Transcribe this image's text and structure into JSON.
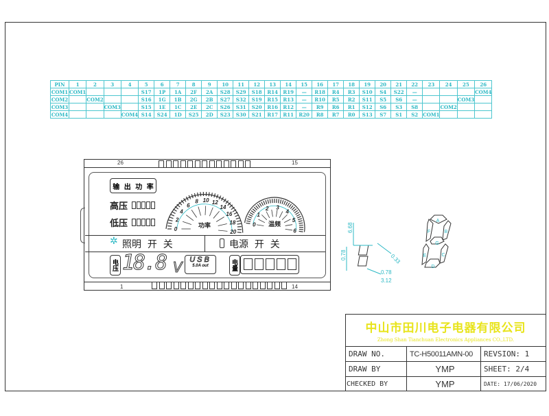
{
  "pin_table": {
    "header": [
      "PIN",
      "1",
      "2",
      "3",
      "4",
      "5",
      "6",
      "7",
      "8",
      "9",
      "10",
      "11",
      "12",
      "13",
      "14",
      "15",
      "16",
      "17",
      "18",
      "19",
      "20",
      "21",
      "22",
      "23",
      "24",
      "25",
      "26"
    ],
    "rows": [
      [
        "COM1",
        "COM1",
        "",
        "",
        "",
        "S17",
        "1P",
        "1A",
        "2F",
        "2A",
        "S28",
        "S29",
        "S18",
        "R14",
        "R19",
        "—",
        "R18",
        "R4",
        "R3",
        "S10",
        "S4",
        "S22",
        "—",
        "",
        "",
        "",
        "COM4"
      ],
      [
        "COM2",
        "",
        "COM2",
        "",
        "",
        "S16",
        "1G",
        "1B",
        "2G",
        "2B",
        "S27",
        "S32",
        "S19",
        "R15",
        "R13",
        "—",
        "R10",
        "R5",
        "R2",
        "S11",
        "S5",
        "S6",
        "—",
        "",
        "",
        "COM3",
        ""
      ],
      [
        "COM3",
        "",
        "",
        "COM3",
        "",
        "S15",
        "1E",
        "1C",
        "2E",
        "2C",
        "S26",
        "S31",
        "S20",
        "R16",
        "R12",
        "—",
        "R9",
        "R6",
        "R1",
        "S12",
        "S6",
        "S3",
        "S8",
        "",
        "COM2",
        "",
        ""
      ],
      [
        "COM4",
        "",
        "",
        "",
        "COM4",
        "S14",
        "S24",
        "1D",
        "S25",
        "2D",
        "S23",
        "S30",
        "S21",
        "R17",
        "R11",
        "R20",
        "R8",
        "R7",
        "R0",
        "S13",
        "S7",
        "S1",
        "S2",
        "COM1",
        "",
        "",
        ""
      ]
    ]
  },
  "lcd": {
    "pin_labels": {
      "top_left": "26",
      "top_right": "15",
      "bottom_left": "1",
      "bottom_right": "14"
    },
    "output_power": [
      "输",
      "出",
      "功",
      "率"
    ],
    "high_voltage": "高压",
    "low_voltage": "低压",
    "gauge_power": {
      "ticks": [
        "0",
        "2",
        "4",
        "6",
        "8",
        "10",
        "12",
        "14",
        "16",
        "18",
        "20"
      ],
      "label": "功率"
    },
    "gauge_freq": {
      "ticks": [
        "0",
        "1",
        "2",
        "3",
        "4",
        "5",
        "6"
      ],
      "label": "温频"
    },
    "lighting_switch": "照明  开  关",
    "power_switch": "电源  开  关",
    "voltage_label": "电压",
    "voltage_digits": "18.8",
    "voltage_unit": "V",
    "usb_label": "USB",
    "usb_sub": "5.0A out",
    "battery_label": "电量"
  },
  "segment_detail": {
    "dims": [
      "6.68",
      "0.78",
      "0.33",
      "0.78",
      "3.12"
    ],
    "segments": [
      "A",
      "B",
      "C",
      "D",
      "E",
      "F",
      "G"
    ]
  },
  "title_block": {
    "company_cn": "中山市田川电子电器有限公司",
    "company_en": "Zhong Shan Tianchuan Electronics Appliances CO.,LTD.",
    "draw_no_label": "DRAW NO.",
    "draw_no": "TC-H50011AMN-00",
    "revision": "REVSION:  1",
    "draw_by_label": "DRAW BY",
    "draw_by": "YMP",
    "sheet": "SHEET: 2/4",
    "checked_by_label": "CHECKED BY",
    "checked_by": "YMP",
    "date": "DATE: 17/06/2020"
  }
}
